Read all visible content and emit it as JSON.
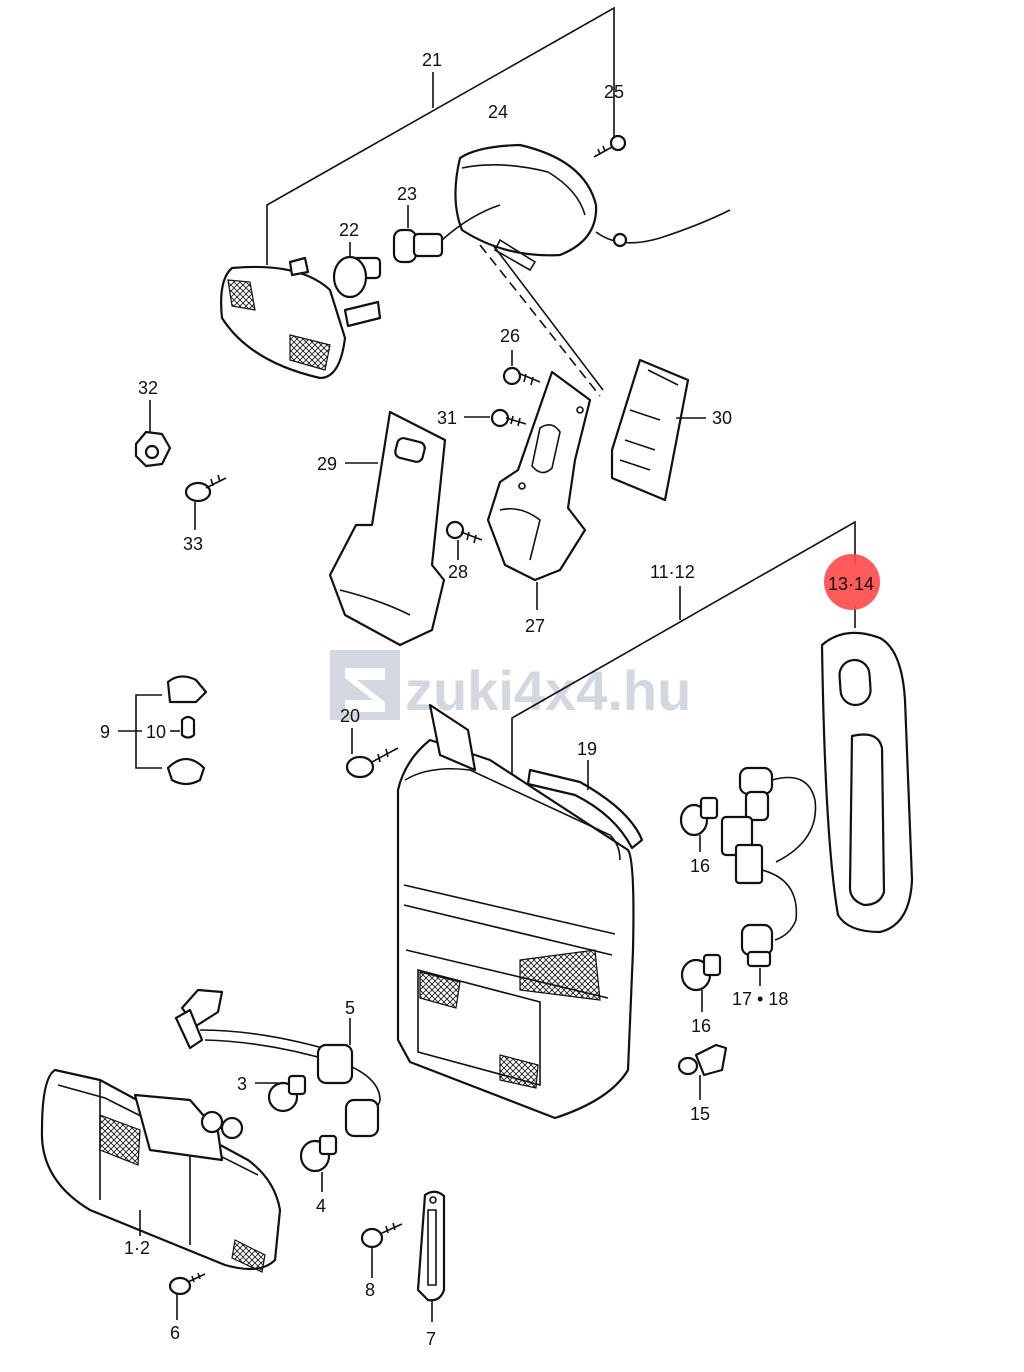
{
  "watermark": {
    "text": "zuki4x4.hu",
    "color": "#d3d7e0"
  },
  "highlight": {
    "label": "13·14",
    "color": "#ff4d4d"
  },
  "callouts": {
    "p1_2": "1·2",
    "p3": "3",
    "p4": "4",
    "p5": "5",
    "p6": "6",
    "p7": "7",
    "p8": "8",
    "p9": "9",
    "p10": "10",
    "p11_12": "11·12",
    "p15": "15",
    "p16a": "16",
    "p16b": "16",
    "p17_18": "17 • 18",
    "p19": "19",
    "p20": "20",
    "p21": "21",
    "p22": "22",
    "p23": "23",
    "p24": "24",
    "p25": "25",
    "p26": "26",
    "p27": "27",
    "p28": "28",
    "p29": "29",
    "p30": "30",
    "p31": "31",
    "p32": "32",
    "p33": "33"
  }
}
